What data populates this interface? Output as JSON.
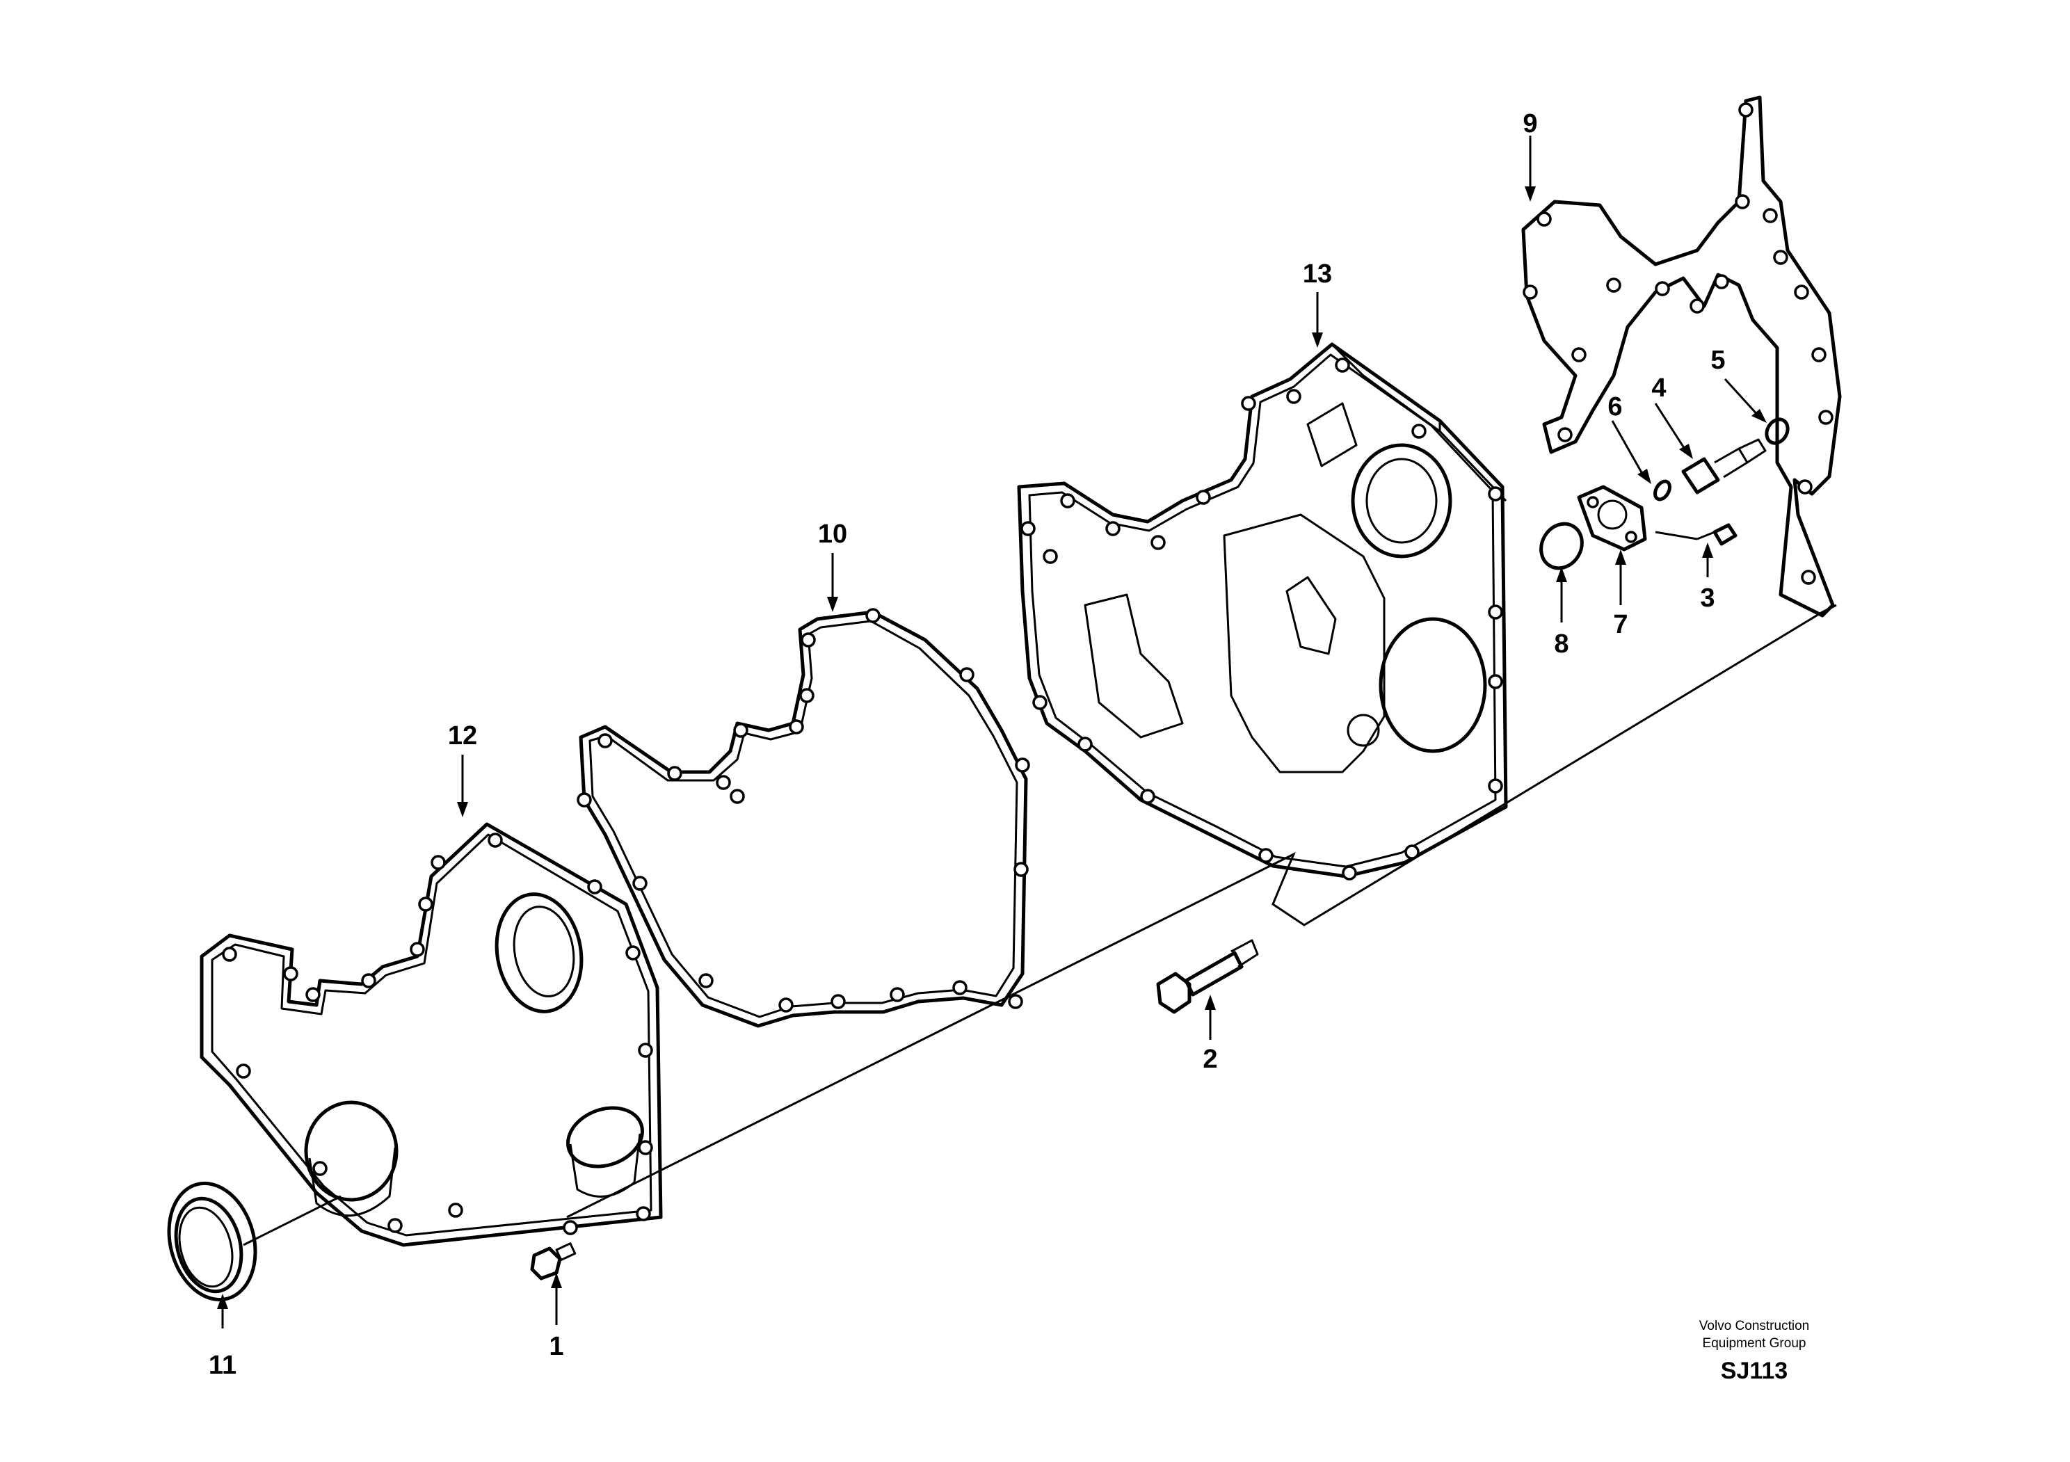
{
  "callouts": {
    "c1": "1",
    "c2": "2",
    "c3": "3",
    "c4": "4",
    "c5": "5",
    "c6": "6",
    "c7": "7",
    "c8": "8",
    "c9": "9",
    "c10": "10",
    "c11": "11",
    "c12": "12",
    "c13": "13"
  },
  "footer": {
    "company_line1": "Volvo Construction",
    "company_line2": "Equipment Group",
    "drawing_code": "SJ113"
  }
}
